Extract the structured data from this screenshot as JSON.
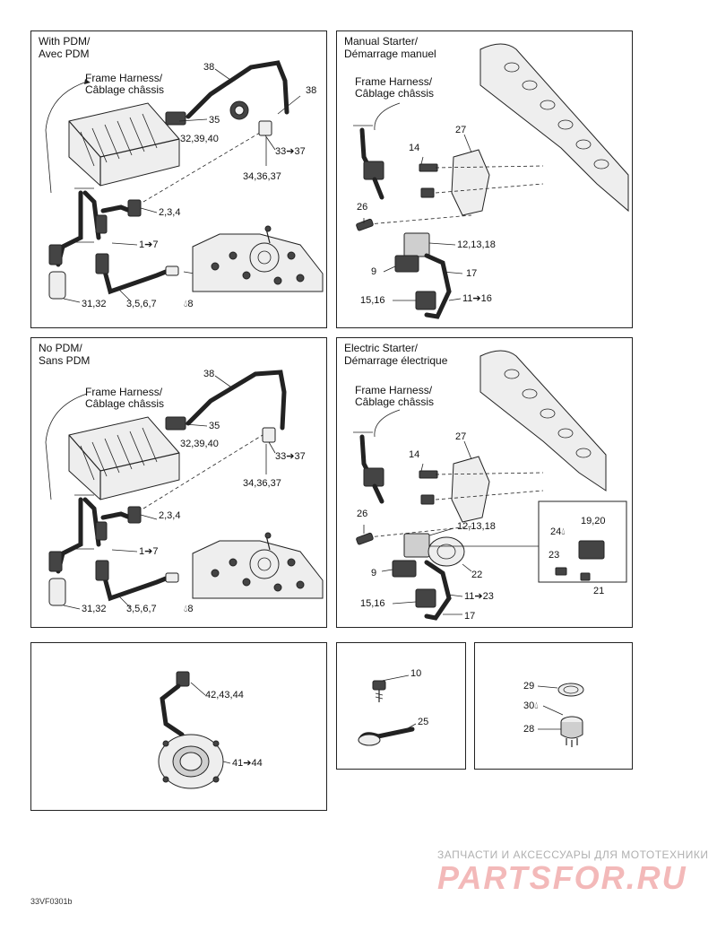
{
  "panels": {
    "with_pdm": {
      "title": "With PDM/\nAvec PDM",
      "harness": "Frame Harness/\nCâblage châssis",
      "labels": {
        "c38": "38",
        "c35": "35",
        "c32_39_40": "32,39,40",
        "c38b": "38",
        "c33_37": "33➔37",
        "c34_36_37": "34,36,37",
        "c2_3_4": "2,3,4",
        "c1_7": "1➔7",
        "c31_32": "31,32",
        "c3_5_6_7": "3,5,6,7",
        "c8": "8"
      }
    },
    "manual_starter": {
      "title": "Manual Starter/\nDémarrage manuel",
      "harness": "Frame Harness/\nCâblage châssis",
      "labels": {
        "c14": "14",
        "c27": "27",
        "c26": "26",
        "c12_13_18": "12,13,18",
        "c9": "9",
        "c17": "17",
        "c15_16": "15,16",
        "c11_16": "11➔16"
      }
    },
    "no_pdm": {
      "title": "No PDM/\nSans PDM",
      "harness": "Frame Harness/\nCâblage châssis",
      "labels": {
        "c38": "38",
        "c35": "35",
        "c32_39_40": "32,39,40",
        "c33_37": "33➔37",
        "c34_36_37": "34,36,37",
        "c2_3_4": "2,3,4",
        "c1_7": "1➔7",
        "c31_32": "31,32",
        "c3_5_6_7": "3,5,6,7",
        "c8": "8"
      }
    },
    "electric_starter": {
      "title": "Electric Starter/\nDémarrage électrique",
      "harness": "Frame Harness/\nCâblage châssis",
      "labels": {
        "c14": "14",
        "c27": "27",
        "c26": "26",
        "c12_13_18": "12,13,18",
        "c24": "24",
        "c19_20": "19,20",
        "c23": "23",
        "c21": "21",
        "c9": "9",
        "c22": "22",
        "c15_16": "15,16",
        "c11_23": "11➔23",
        "c17": "17"
      }
    },
    "sensor": {
      "labels": {
        "c42_43_44": "42,43,44",
        "c41_44": "41➔44"
      }
    },
    "hardware": {
      "labels": {
        "c10": "10",
        "c25": "25"
      }
    },
    "relay": {
      "labels": {
        "c29": "29",
        "c30": "30",
        "c28": "28"
      }
    }
  },
  "watermark": {
    "line1": "ЗАПЧАСТИ И АКСЕССУАРЫ ДЛЯ МОТОТЕХНИКИ",
    "line2": "PARTSFOR.RU"
  },
  "drawing_code": "33VF0301b"
}
